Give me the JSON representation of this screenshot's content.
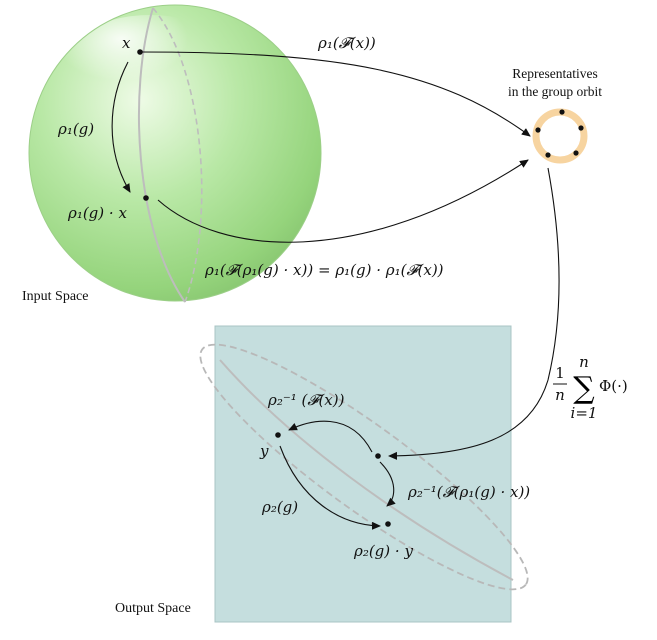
{
  "labels": {
    "x": "x",
    "rho1_g": "ρ₁(g)",
    "rho1_g_x": "ρ₁(g) · x",
    "rho1_F_x": "ρ₁(𝓕(x))",
    "representatives_line1": "Representatives",
    "representatives_line2": "in the group orbit",
    "equivariance": "ρ₁(𝓕(ρ₁(g) · x)) = ρ₁(g) · ρ₁(𝓕(x))",
    "input_space": "Input Space",
    "output_space": "Output Space",
    "average_prefix": "1",
    "average_n": "n",
    "average_sum_top": "n",
    "average_sum_bottom": "i=1",
    "average_phi": "Φ(·)",
    "rho2_inv_F_x": "ρ₂⁻¹ (𝓕(x))",
    "y": "y",
    "rho2_inv_F_rho1": "ρ₂⁻¹(𝓕(ρ₁(g) · x))",
    "rho2_g": "ρ₂(g)",
    "rho2_g_y": "ρ₂(g) · y"
  },
  "colors": {
    "sphere_light": "#e4f7d6",
    "sphere_mid": "#9bdc85",
    "sphere_dark": "#7fbf6a",
    "output_square": "#c5dede",
    "orbit_ring": "#f7d4a0",
    "ellipse_stroke": "#b8b8b8",
    "arrow": "#111111"
  }
}
